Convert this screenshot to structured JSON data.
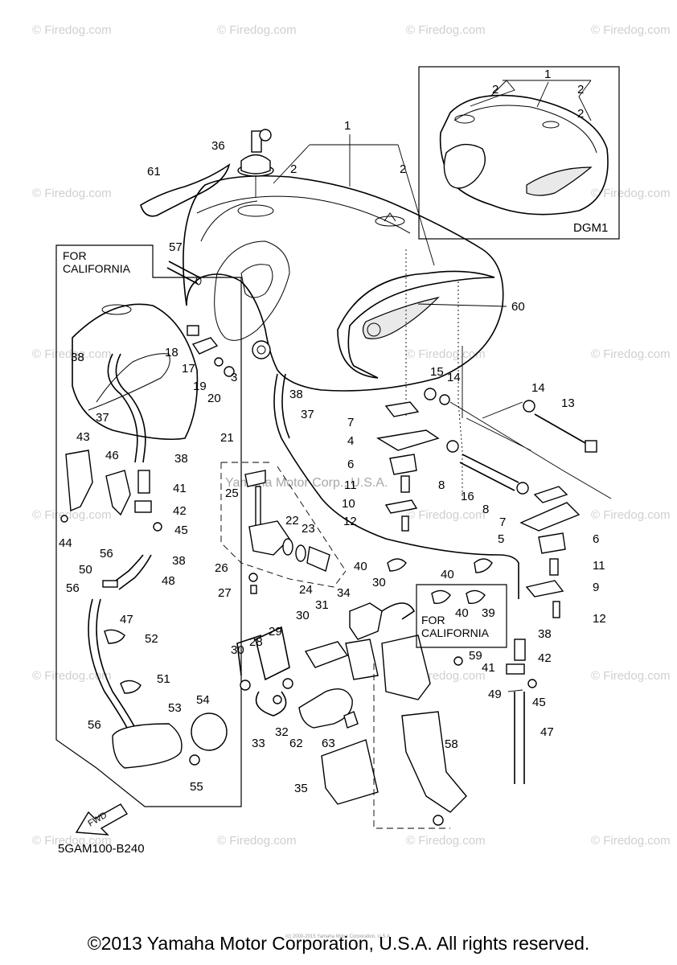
{
  "watermark": "© Firedog.com",
  "diagram_code": "5GAM100-B240",
  "center_watermark": "Yamaha Motor Corp., U.S.A.",
  "copyright": "©2013 Yamaha Motor Corporation, U.S.A. All rights reserved.",
  "tiny_copyright": "(c) 2000-2015 Yamaha Motor Corporation, U.S.A.",
  "inset_dgm": {
    "label": "DGM1",
    "parts": [
      "1",
      "2",
      "2",
      "2"
    ]
  },
  "california_box": {
    "line1": "FOR",
    "line2": "CALIFORNIA"
  },
  "california_small_box": {
    "line1": "FOR",
    "line2": "CALIFORNIA",
    "parts": [
      "40",
      "39"
    ]
  },
  "fwd_label": "FWD",
  "part_labels": [
    "1",
    "2",
    "2",
    "36",
    "61",
    "57",
    "18",
    "17",
    "19",
    "20",
    "3",
    "38",
    "37",
    "60",
    "15",
    "14",
    "14",
    "13",
    "7",
    "4",
    "6",
    "8",
    "16",
    "11",
    "10",
    "12",
    "8",
    "7",
    "5",
    "6",
    "11",
    "9",
    "12",
    "21",
    "25",
    "22",
    "23",
    "26",
    "27",
    "24",
    "40",
    "40",
    "30",
    "34",
    "31",
    "28",
    "29",
    "30",
    "30",
    "32",
    "33",
    "62",
    "63",
    "35",
    "58",
    "59",
    "41",
    "42",
    "49",
    "45",
    "47",
    "38",
    "43",
    "46",
    "41",
    "42",
    "44",
    "45",
    "56",
    "50",
    "38",
    "48",
    "56",
    "47",
    "52",
    "51",
    "53",
    "54",
    "56",
    "55",
    "38",
    "38",
    "37"
  ]
}
